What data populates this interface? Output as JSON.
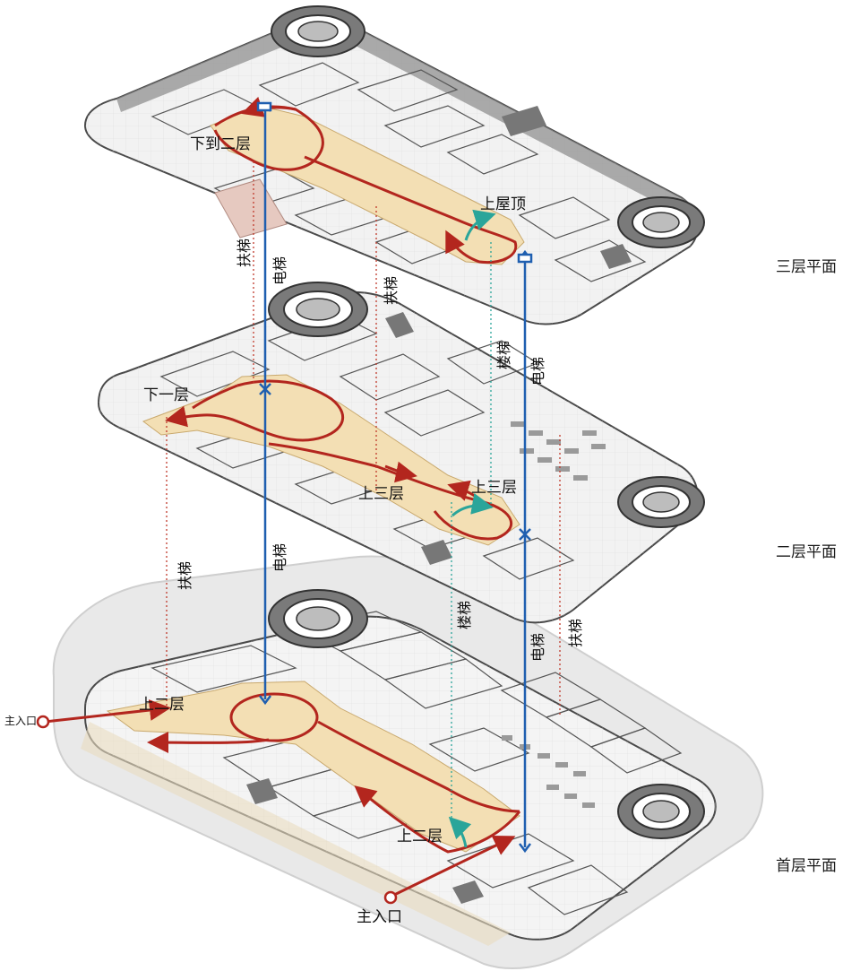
{
  "floors": [
    {
      "title": "三层平面"
    },
    {
      "title": "二层平面"
    },
    {
      "title": "首层平面"
    }
  ],
  "labels": {
    "down_to_2": "下到二层",
    "to_roof": "上屋顶",
    "down_to_1": "下一层",
    "up_to_3_a": "上三层",
    "up_to_3_b": "上三层",
    "up_to_2_a": "上二层",
    "up_to_2_b": "上二层",
    "main_entrance_left": "主入口",
    "main_entrance_bottom": "主入口",
    "escalator": "扶梯",
    "elevator": "电梯",
    "stairs": "楼梯"
  },
  "colors": {
    "route": "#b3261e",
    "elevator": "#1f5fb0",
    "stairs": "#2aa59a",
    "escalator_guide": "#c0392b",
    "atrium": "#f3dfb4",
    "slab": "#f1f1f1",
    "outline": "#4a4a4a",
    "core": "#7a7a7a",
    "plaza": "#e6e6e6"
  }
}
